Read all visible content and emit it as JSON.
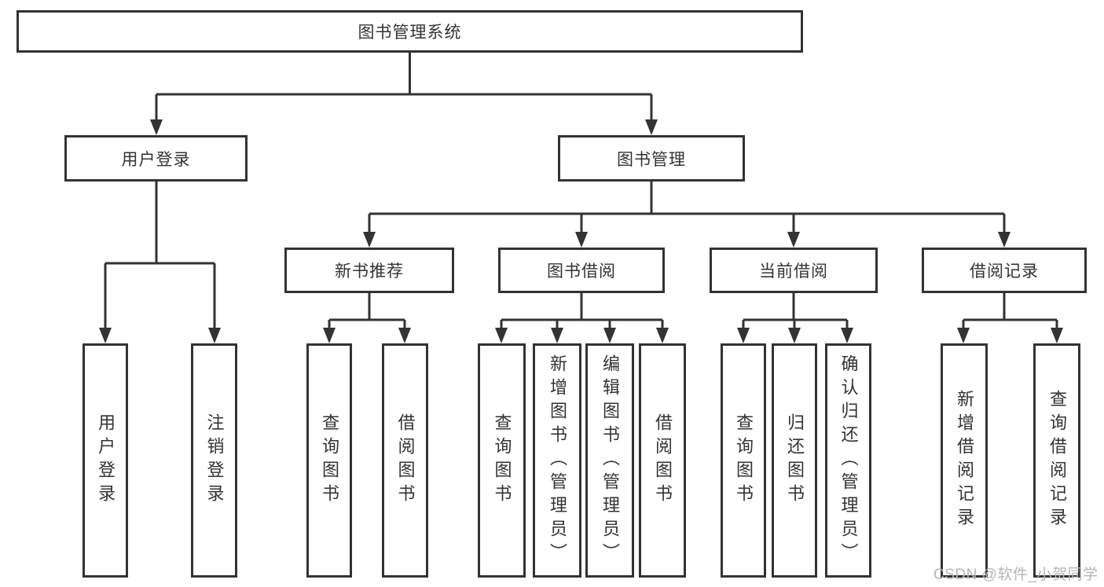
{
  "diagram": {
    "tree": {
      "label": "图书管理系统",
      "children": [
        {
          "label": "用户登录",
          "children": [
            {
              "label": "用户登录"
            },
            {
              "label": "注销登录"
            }
          ]
        },
        {
          "label": "图书管理",
          "children": [
            {
              "label": "新书推荐",
              "children": [
                {
                  "label": "查询图书"
                },
                {
                  "label": "借阅图书"
                }
              ]
            },
            {
              "label": "图书借阅",
              "children": [
                {
                  "label": "查询图书"
                },
                {
                  "label": "新增图书（管理员）"
                },
                {
                  "label": "编辑图书（管理员）"
                },
                {
                  "label": "借阅图书"
                }
              ]
            },
            {
              "label": "当前借阅",
              "children": [
                {
                  "label": "查询图书"
                },
                {
                  "label": "归还图书"
                },
                {
                  "label": "确认归还（管理员）"
                }
              ]
            },
            {
              "label": "借阅记录",
              "children": [
                {
                  "label": "新增借阅记录"
                },
                {
                  "label": "查询借阅记录"
                }
              ]
            }
          ]
        }
      ]
    },
    "colors": {
      "line": "#333333",
      "text": "#333333",
      "background": "#ffffff",
      "watermark": "#b6b6b6"
    }
  },
  "watermark": {
    "text": "CSDN @软件_小贺同学"
  }
}
